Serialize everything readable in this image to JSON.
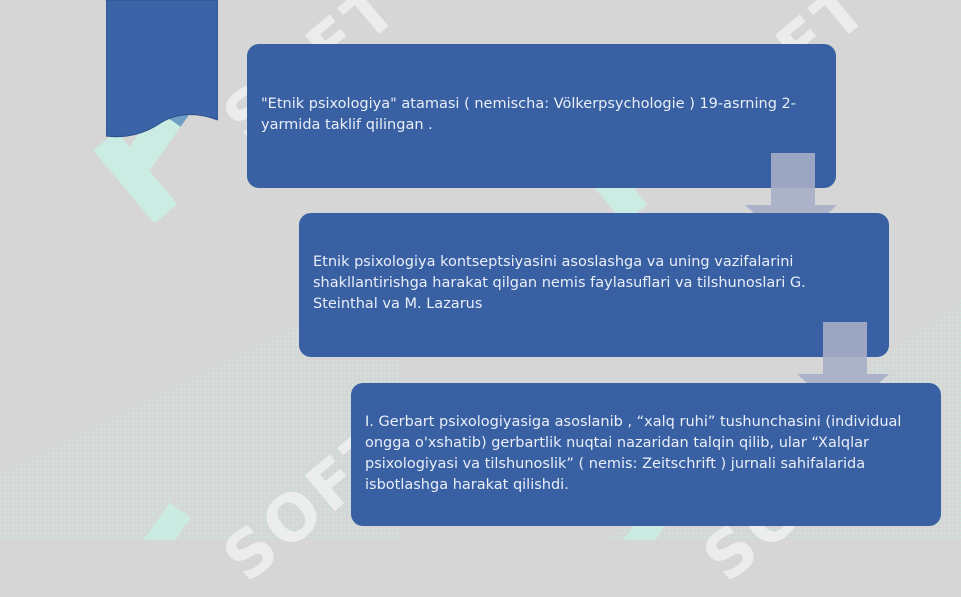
{
  "watermark": {
    "text": "SOFT"
  },
  "steps": [
    {
      "text": "\"Etnik psixologiya\" atamasi ( nemischa:  Völkerpsychologie ) 19-asrning 2-yarmida taklif qilingan ."
    },
    {
      "text": "Etnik psixologiya kontseptsiyasini asoslashga va uning vazifalarini shakllantirishga harakat qilgan nemis faylasuflari va tilshunoslari G. Steinthal va M. Lazarus"
    },
    {
      "text": " I. Gerbart psixologiyasiga asoslanib , “xalq ruhi” tushunchasini (individual ongga o'xshatib) gerbartlik nuqtai nazaridan talqin qilib, ular “Xalqlar psixologiyasi va tilshunoslik” ( nemis: Zeitschrift ) jurnali sahifalarida isbotlashga harakat qilishdi."
    }
  ],
  "colors": {
    "box_fill": "#3860a3",
    "box_text": "#e9eef7",
    "arrow_fill": "#a7aec6",
    "bookmark_fill": "#3a63a8",
    "background": "#d6d6d6",
    "watermark_mint": "#c9efe4"
  }
}
